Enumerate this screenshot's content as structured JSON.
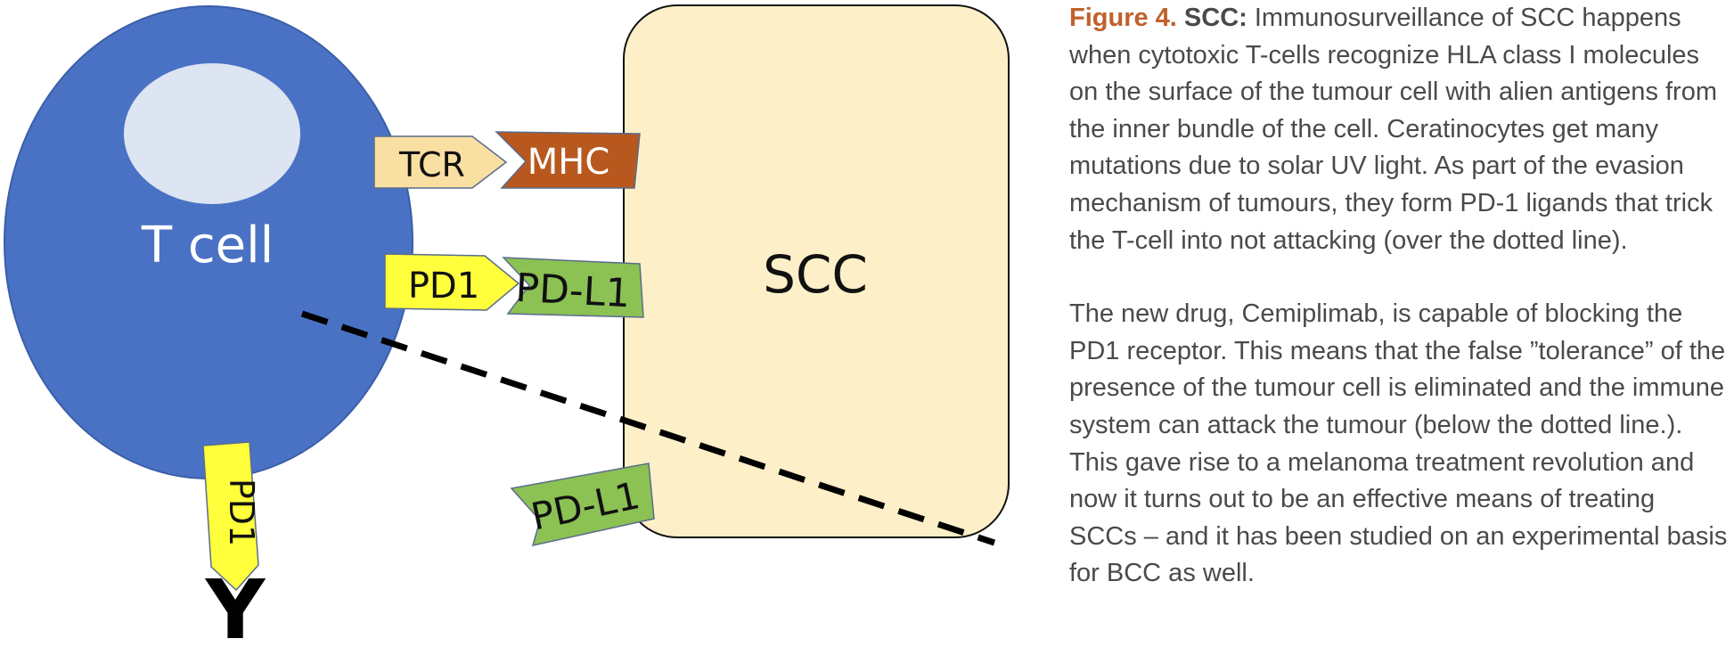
{
  "diagram": {
    "t_cell_label": "T cell",
    "scc_label": "SCC",
    "tcr_label": "TCR",
    "mhc_label": "MHC",
    "pd1_label": "PD1",
    "pdl1_label": "PD-L1",
    "pd1_vertical_label": "PD1",
    "pdl1_lower_label": "PD-L1",
    "antibody_label": "Y",
    "colors": {
      "t_cell": "#4a72c4",
      "nucleus": "#dde4f2",
      "scc": "#fdf0c8",
      "tcr": "#f9dfa2",
      "mhc": "#b8581e",
      "pd1": "#ffff3c",
      "pdl1": "#8cc154"
    }
  },
  "caption": {
    "figure_label": "Figure 4.",
    "subject": "SCC:",
    "paragraph1": "Immunosurveillance of SCC happens when cytotoxic T-cells recognize HLA class I molecules on the surface of the tumour cell with alien antigens from the inner bundle of the cell. Ceratinocytes get many mutations due to solar UV light. As part of the evasion mechanism of tumours, they form PD-1 ligands that trick the T-cell into not attacking (over the dotted line).",
    "paragraph2": "The new drug, Cemiplimab, is capable of blocking the PD1 receptor. This means that the false ”tolerance” of the presence of the tumour cell is eliminated and the immune system can attack the tumour (below the dotted line.). This gave rise to a melanoma treatment revolution and now it turns out to be an effective means of treating SCCs – and it has been studied on an experimental basis for BCC as well."
  }
}
